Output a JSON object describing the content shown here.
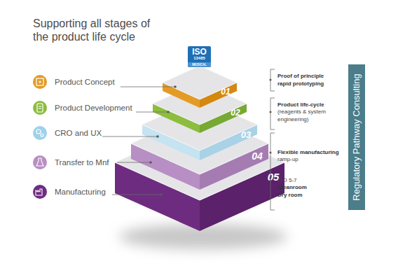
{
  "diagram": {
    "title": "Supporting all stages of the product life cycle",
    "nodes": [
      {
        "text": [
          "ISO",
          "13485",
          "MEDICAL"
        ]
      },
      {
        "text": [
          "01"
        ]
      },
      {
        "text": [
          "02"
        ]
      },
      {
        "text": [
          "03"
        ]
      },
      {
        "text": [
          "04"
        ]
      },
      {
        "text": [
          "05"
        ]
      },
      {
        "text": [
          "Regulatory Pathway Consulting"
        ]
      }
    ],
    "labels": [
      "Product Concept",
      "Product Development",
      "CRO and UX",
      "Transfer to Mnf",
      "Manufacturing",
      "Proof of principle rapid prototyping",
      "Product life-cycle",
      "(reagents & system engineering)",
      "Flexible manufacturing",
      "ramp-up",
      "ISO 5-7",
      "Cleanroom Dry room"
    ]
  }
}
